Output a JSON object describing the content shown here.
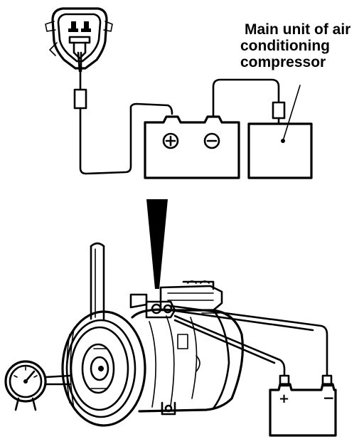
{
  "callout": {
    "line1": "Main unit of air",
    "line2": "conditioning",
    "line3": "compressor"
  },
  "top_battery": {
    "positive_symbol": "+",
    "negative_symbol": "−"
  },
  "bottom_battery": {
    "positive_symbol": "+",
    "negative_symbol": "−"
  },
  "colors": {
    "ink": "#000000",
    "background": "#ffffff"
  },
  "icons": [
    "connector-icon",
    "battery-icon",
    "compressor-icon",
    "dial-gauge-icon",
    "pointer-arrow-icon"
  ]
}
